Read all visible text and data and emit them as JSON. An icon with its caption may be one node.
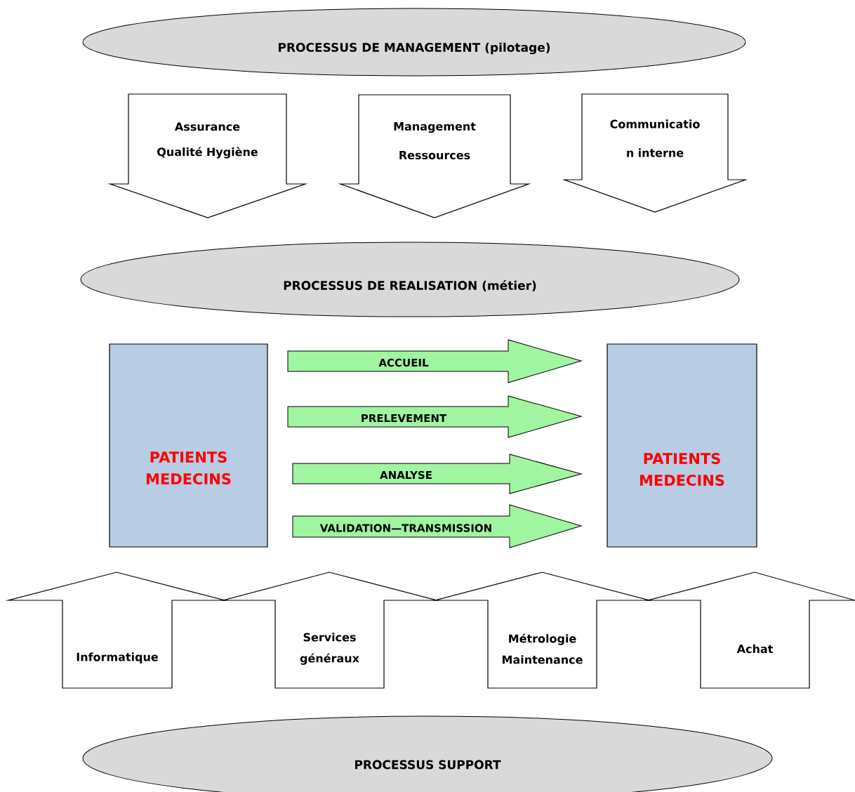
{
  "diagram": {
    "nodes": [
      {
        "text": [
          "PROCESSUS DE MANAGEMENT (pilotage)"
        ]
      },
      {
        "text": [
          "Assurance Qualité Hygiène"
        ]
      },
      {
        "text": [
          "Management Ressources"
        ]
      },
      {
        "text": [
          "Communicatio n interne"
        ]
      },
      {
        "text": [
          "PROCESSUS DE REALISATION (métier)"
        ]
      },
      {
        "text": [
          "PATIENTS MEDECINS"
        ]
      },
      {
        "text": [
          "ACCUEIL"
        ]
      },
      {
        "text": [
          "PRELEVEMENT"
        ]
      },
      {
        "text": [
          "ANALYSE"
        ]
      },
      {
        "text": [
          "VALIDATION—TRANSMISSION"
        ]
      },
      {
        "text": [
          "PATIENTS MEDECINS"
        ]
      },
      {
        "text": [
          "Informatique"
        ]
      },
      {
        "text": [
          "Services généraux"
        ]
      },
      {
        "text": [
          "Métrologie Maintenance"
        ]
      },
      {
        "text": [
          "Achat"
        ]
      },
      {
        "text": [
          "PROCESSUS SUPPORT"
        ]
      }
    ]
  }
}
